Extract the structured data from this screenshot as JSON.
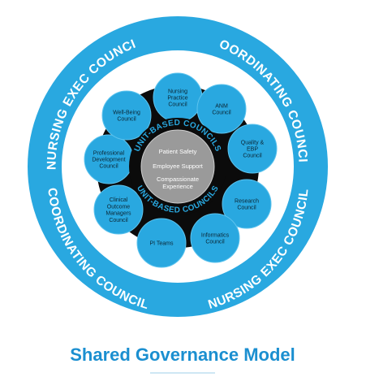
{
  "colors": {
    "outer_ring": "#29a8e0",
    "dark_ring": "#0b0b0b",
    "council_fill": "#29a8e0",
    "center_fill": "#9a9a9a",
    "title": "#1b8fd0"
  },
  "outer_ring": {
    "nursing_exec_top": "NURSING EXEC COUNCIL",
    "coordinating_top": "COORDINATING COUNCIL",
    "coordinating_bottom": "COORDINATING COUNCIL",
    "nursing_exec_bottom": "NURSING EXEC COUNCIL"
  },
  "unit_based": {
    "top": "UNIT-BASED COUNCILS",
    "bottom": "UNIT-BASED COUNCILS"
  },
  "center": {
    "lines": [
      "Patient Safety",
      "Employee Support",
      "Compassionate",
      "Experience"
    ]
  },
  "councils": [
    {
      "name": "nursing-practice-council",
      "lines": [
        "Nursing",
        "Practice",
        "Council"
      ]
    },
    {
      "name": "anm-council",
      "lines": [
        "ANM",
        "Council"
      ]
    },
    {
      "name": "quality-ebp-council",
      "lines": [
        "Quality &",
        "EBP",
        "Council"
      ]
    },
    {
      "name": "research-council",
      "lines": [
        "Research",
        "Council"
      ]
    },
    {
      "name": "informatics-council",
      "lines": [
        "Informatics",
        "Council"
      ]
    },
    {
      "name": "pi-teams",
      "lines": [
        "PI Teams"
      ]
    },
    {
      "name": "clinical-outcome-managers-council",
      "lines": [
        "Clinical",
        "Outcome",
        "Managers",
        "Council"
      ]
    },
    {
      "name": "professional-development-council",
      "lines": [
        "Professional",
        "Development",
        "Council"
      ]
    },
    {
      "name": "well-being-council",
      "lines": [
        "Well-Being",
        "Council"
      ]
    }
  ],
  "title": "Shared Governance Model"
}
